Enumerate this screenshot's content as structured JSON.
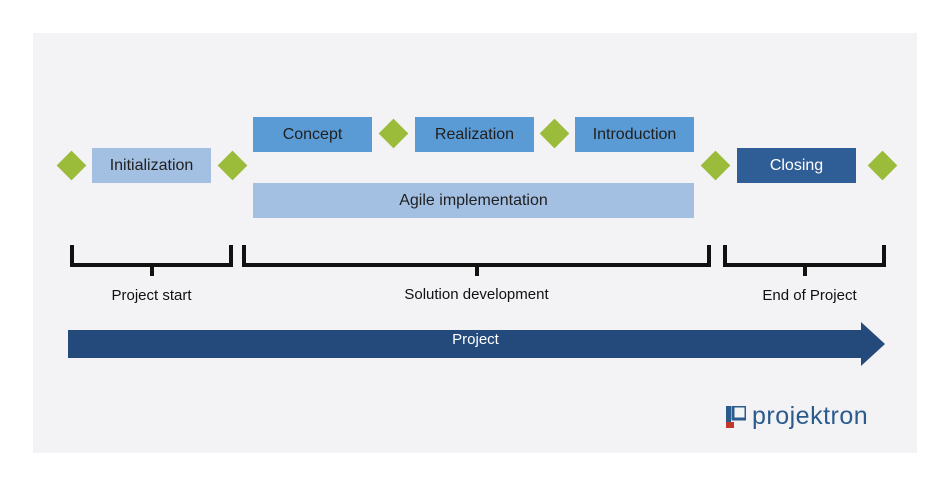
{
  "boxes": {
    "initialization": "Initialization",
    "concept": "Concept",
    "realization": "Realization",
    "introduction": "Introduction",
    "closing": "Closing",
    "agile": "Agile implementation"
  },
  "phases": {
    "start": "Project start",
    "development": "Solution development",
    "end": "End of Project"
  },
  "arrow": {
    "label": "Project"
  },
  "logo": {
    "text": "projektron"
  },
  "colors": {
    "light_box": "#a3c0e3",
    "mid_box": "#5b9bd5",
    "dark_box": "#2f5d95",
    "milestone": "#9bbb3a",
    "arrow": "#244a7c",
    "logo_blue": "#2b5b8c",
    "logo_red": "#c0392b"
  }
}
